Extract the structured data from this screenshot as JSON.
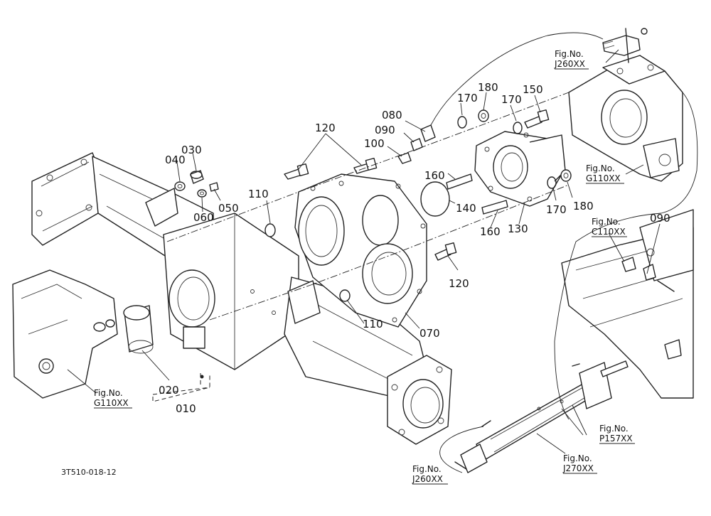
{
  "drawing_code": "3T510-018-12",
  "part_labels": {
    "p010": "010",
    "p020": "020",
    "p030": "030",
    "p040": "040",
    "p050": "050",
    "p060": "060",
    "p070": "070",
    "p080": "080",
    "p090_top": "090",
    "p090_right": "090",
    "p100": "100",
    "p110_upper": "110",
    "p110_lower": "110",
    "p120_upper": "120",
    "p120_lower": "120",
    "p130": "130",
    "p140": "140",
    "p150": "150",
    "p160_upper": "160",
    "p160_lower": "160",
    "p170_left": "170",
    "p170_mid": "170",
    "p170_low": "170",
    "p180_top": "180",
    "p180_low": "180"
  },
  "figure_refs": [
    {
      "caption": "Fig.No.",
      "code": "J260XX"
    },
    {
      "caption": "Fig.No.",
      "code": "G110XX"
    },
    {
      "caption": "Fig.No.",
      "code": "C110XX"
    },
    {
      "caption": "Fig.No.",
      "code": "G110XX"
    },
    {
      "caption": "Fig.No.",
      "code": "P157XX"
    },
    {
      "caption": "Fig.No.",
      "code": "J270XX"
    },
    {
      "caption": "Fig.No.",
      "code": "J260XX"
    }
  ]
}
